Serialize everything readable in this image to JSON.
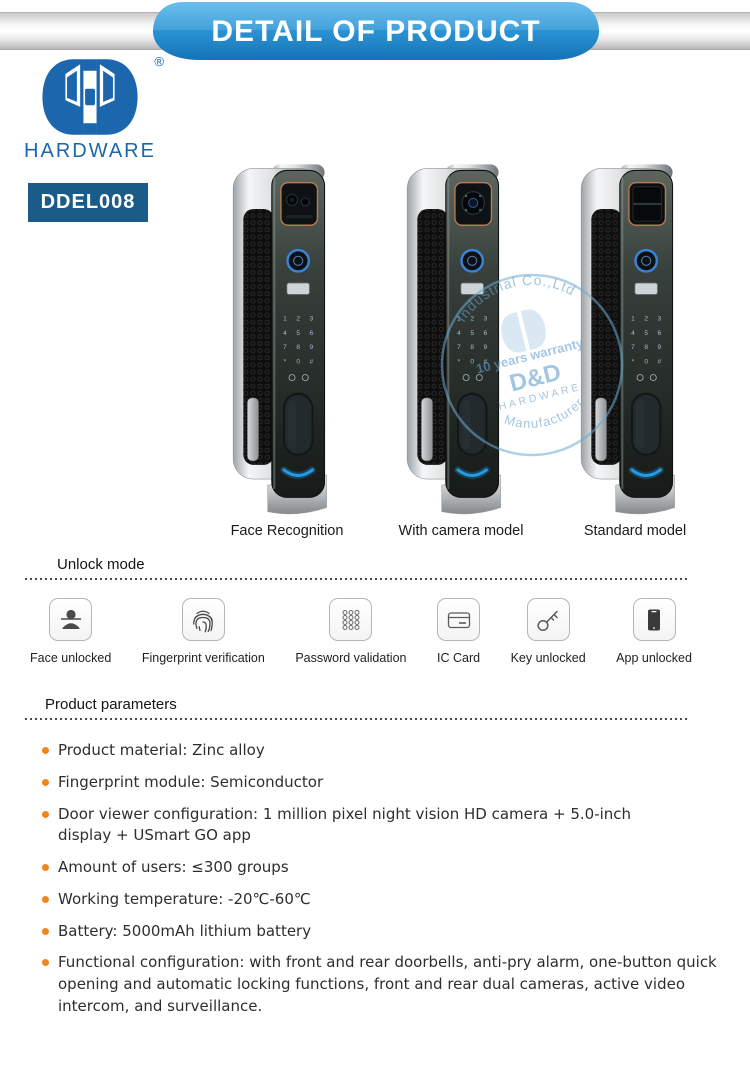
{
  "banner": {
    "title": "DETAIL OF PRODUCT"
  },
  "brand": {
    "name": "HARDWARE",
    "registered_mark": "®"
  },
  "model_badge": "DDEL008",
  "products": [
    {
      "label": "Face Recognition",
      "variant": "face-recognition"
    },
    {
      "label": "With camera model",
      "variant": "with-camera"
    },
    {
      "label": "Standard model",
      "variant": "standard"
    }
  ],
  "watermark": {
    "arc_top": "Industrial Co.,Ltd",
    "center_line1": "10 years warranty",
    "center_line2": "D&D",
    "center_line3": "HARDWARE",
    "arc_bottom": "Manufacturer"
  },
  "unlock_modes": {
    "heading": "Unlock mode",
    "items": [
      {
        "label": "Face unlocked",
        "icon": "face-unlock-icon"
      },
      {
        "label": "Fingerprint verification",
        "icon": "fingerprint-icon"
      },
      {
        "label": "Password validation",
        "icon": "keypad-icon"
      },
      {
        "label": "IC Card",
        "icon": "ic-card-icon"
      },
      {
        "label": "Key unlocked",
        "icon": "key-icon"
      },
      {
        "label": "App unlocked",
        "icon": "phone-app-icon"
      }
    ]
  },
  "parameters": {
    "heading": "Product parameters",
    "items": [
      {
        "text": "Product material: Zinc alloy"
      },
      {
        "text": "Fingerprint module: Semiconductor"
      },
      {
        "text": "Door viewer configuration: 1 million pixel night vision HD camera + 5.0-inch display + USmart GO app"
      },
      {
        "text": "Amount of users: ≤300 groups"
      },
      {
        "text": "Working temperature: -20℃-60℃"
      },
      {
        "text": "Battery: 5000mAh lithium battery"
      },
      {
        "text": "Functional configuration: with front and rear doorbells, anti-pry alarm, one-button quick opening and automatic locking functions, front and rear dual cameras, active video intercom, and surveillance."
      }
    ]
  },
  "colors": {
    "ribbon_blue": "#2a93d5",
    "logo_blue": "#1b66ad",
    "badge_bg": "#1a5c87",
    "bullet_orange": "#f08519",
    "lock_accent_blue": "#1e9be9",
    "watermark_blue": "#6eaad2"
  }
}
